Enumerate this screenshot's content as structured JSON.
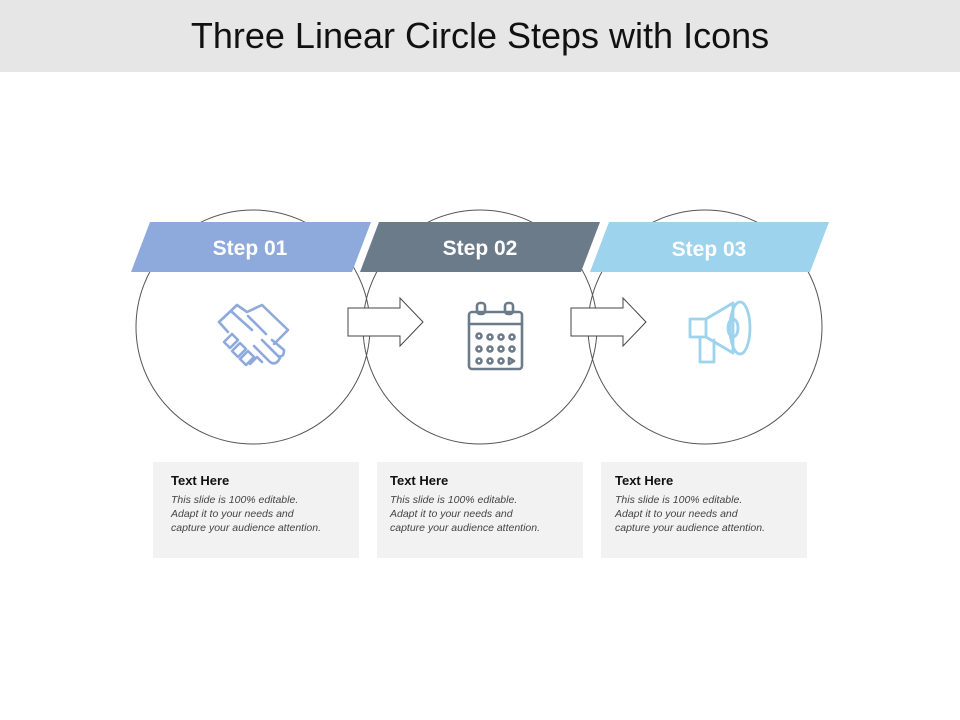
{
  "title": "Three Linear Circle Steps with Icons",
  "colors": {
    "title_bar": "#e7e6e6",
    "step1": "#8ea9db",
    "step2": "#6b7b8a",
    "step3": "#9dd3ec",
    "circle_stroke": "#555555",
    "text_box": "#f2f2f2"
  },
  "steps": [
    {
      "label": "Step 01",
      "icon": "handshake-icon",
      "heading": "Text Here",
      "body": "This slide is 100% editable.\nAdapt it to your needs and\ncapture your audience attention."
    },
    {
      "label": "Step 02",
      "icon": "calendar-icon",
      "heading": "Text Here",
      "body": "This slide is 100% editable.\n Adapt it to your needs and\ncapture your audience attention."
    },
    {
      "label": "Step 03",
      "icon": "megaphone-icon",
      "heading": "Text Here",
      "body": "This slide is 100% editable.\nAdapt it to your needs and\ncapture your audience attention."
    }
  ]
}
